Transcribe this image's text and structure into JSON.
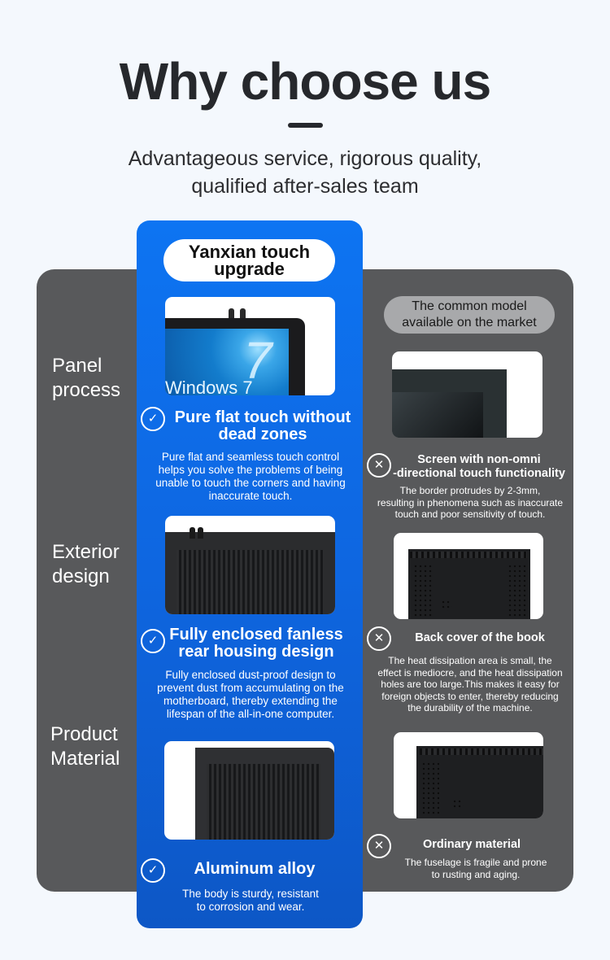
{
  "header": {
    "title": "Why choose us",
    "subtitle_line1": "Advantageous service, rigorous quality,",
    "subtitle_line2": "qualified after-sales team"
  },
  "row_labels": [
    {
      "line1": "Panel",
      "line2": "process"
    },
    {
      "line1": "Exterior",
      "line2": "design"
    },
    {
      "line1": "Product",
      "line2": "Material"
    }
  ],
  "ours": {
    "badge_line1": "Yanxian touch",
    "badge_line2": "upgrade",
    "icon": "check-circle-icon",
    "items": [
      {
        "image": "windows-7-touch-panel-front",
        "screen_text": "Windows 7",
        "title_line1": "Pure flat touch without",
        "title_line2": "dead zones",
        "desc": [
          "Pure flat and seamless touch control",
          "helps you solve the problems of being",
          "unable to touch the corners and having",
          "inaccurate touch."
        ]
      },
      {
        "image": "fanless-heatsink-rear-housing",
        "title_line1": "Fully enclosed fanless",
        "title_line2": "rear housing design",
        "desc": [
          "Fully enclosed dust-proof design to",
          "prevent dust from accumulating on the",
          "motherboard, thereby extending the",
          "lifespan of the all-in-one computer."
        ]
      },
      {
        "image": "aluminum-alloy-rear-angle",
        "title_line1": "Aluminum alloy",
        "desc": [
          "The body is sturdy, resistant",
          "to corrosion and wear."
        ]
      }
    ]
  },
  "theirs": {
    "badge_line1": "The common model",
    "badge_line2": "available on the market",
    "icon": "x-circle-icon",
    "items": [
      {
        "image": "protruding-bezel-screen",
        "title_line1": "Screen with non-omni",
        "title_line2": "-directional touch functionality",
        "desc": [
          "The border protrudes by 2-3mm,",
          "resulting in phenomena such as inaccurate",
          "touch and poor sensitivity of touch."
        ]
      },
      {
        "image": "vented-back-cover",
        "title_line1": "Back cover of the book",
        "desc": [
          "The heat dissipation area is small, the",
          "effect is mediocre, and the heat dissipation",
          "holes are too large.This makes it easy for",
          "foreign objects to enter, thereby reducing",
          "the durability of the machine."
        ]
      },
      {
        "image": "ordinary-material-back-cover",
        "title_line1": "Ordinary material",
        "desc": [
          "The fuselage is fragile and prone",
          "to rusting and aging."
        ]
      }
    ]
  },
  "colors": {
    "accent_blue": "#0d6ee8",
    "panel_gray": "#58595b",
    "badge_gray": "#a8a9ab",
    "background": "#f4f8fd",
    "title": "#26282c"
  }
}
